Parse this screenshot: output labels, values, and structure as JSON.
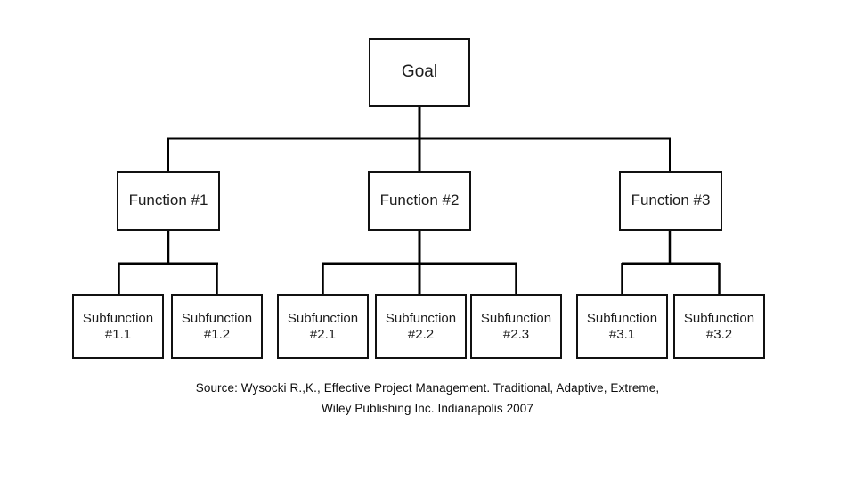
{
  "diagram": {
    "type": "work-breakdown-structure",
    "title_node": {
      "label": "Goal"
    },
    "level_1": [
      {
        "id": "fn1",
        "label": "Function #1"
      },
      {
        "id": "fn2",
        "label": "Function #2"
      },
      {
        "id": "fn3",
        "label": "Function #3"
      }
    ],
    "level_2": [
      {
        "id": "sub-1-1",
        "parent": "fn1",
        "label": "Subfunction\n#1.1"
      },
      {
        "id": "sub-1-2",
        "parent": "fn1",
        "label": "Subfunction\n#1.2"
      },
      {
        "id": "sub-2-1",
        "parent": "fn2",
        "label": "Subfunction\n#2.1"
      },
      {
        "id": "sub-2-2",
        "parent": "fn2",
        "label": "Subfunction\n#2.2"
      },
      {
        "id": "sub-2-3",
        "parent": "fn2",
        "label": "Subfunction\n#2.3"
      },
      {
        "id": "sub-3-1",
        "parent": "fn3",
        "label": "Subfunction\n#3.1"
      },
      {
        "id": "sub-3-2",
        "parent": "fn3",
        "label": "Subfunction\n#3.2"
      }
    ],
    "colors": {
      "background": "#ffffff",
      "box_fill": "#ffffff",
      "box_border": "#111111",
      "connector": "#000000",
      "text": "#1c1c1c"
    }
  },
  "caption": {
    "line1": "Source: Wysocki R.,K., Effective Project Management. Traditional, Adaptive, Extreme,",
    "line2": "Wiley Publishing Inc. Indianapolis 2007"
  }
}
